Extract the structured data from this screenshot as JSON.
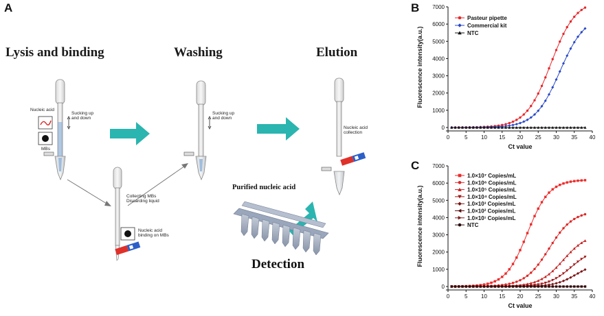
{
  "panels": {
    "a": "A",
    "b": "B",
    "c": "C"
  },
  "steps": {
    "lysis": "Lysis and binding",
    "washing": "Washing",
    "elution": "Elution",
    "detection": "Detection",
    "purified": "Purified nucleic acid"
  },
  "labels": {
    "nucleic_acid": "Nucleic acid",
    "sucking_1": "Sucking up\nand down",
    "sucking_2": "Sucking up\nand down",
    "mbs": "MBs",
    "collecting": "Collecting MBs\nDiscarding liquid",
    "binding": "Nucleic acid\nbinding on MBs",
    "collection": "Nucleic acid\ncollection"
  },
  "colors": {
    "arrow": "#2ab5b0",
    "magnet_red": "#e0302a",
    "magnet_blue": "#2d5fc8"
  },
  "chart_data": [
    {
      "type": "line",
      "panel": "B",
      "xlabel": "Ct value",
      "ylabel": "Fluorescence intensity(a.u.)",
      "xlim": [
        0,
        40
      ],
      "ylim": [
        0,
        7000
      ],
      "xticks": [
        0,
        5,
        10,
        15,
        20,
        25,
        30,
        35,
        40
      ],
      "yticks": [
        0,
        1000,
        2000,
        3000,
        4000,
        5000,
        6000,
        7000
      ],
      "legend_position": "top-left",
      "series": [
        {
          "name": "Pasteur pipette",
          "color": "#e8262a",
          "marker": "circle",
          "ct": 28.5,
          "max": 7400,
          "k": 0.29
        },
        {
          "name": "Commercial kit",
          "color": "#2747c9",
          "marker": "diamond",
          "ct": 31.0,
          "max": 6500,
          "k": 0.29
        },
        {
          "name": "NTC",
          "color": "#111111",
          "marker": "triangle",
          "ct": 999,
          "max": 0,
          "k": 0.3
        }
      ],
      "x_start": 1,
      "x_end": 38
    },
    {
      "type": "line",
      "panel": "C",
      "xlabel": "Ct value",
      "ylabel": "Fluorescence intensity(a.u.)",
      "xlim": [
        0,
        40
      ],
      "ylim": [
        0,
        7000
      ],
      "xticks": [
        0,
        5,
        10,
        15,
        20,
        25,
        30,
        35,
        40
      ],
      "yticks": [
        0,
        1000,
        2000,
        3000,
        4000,
        5000,
        6000,
        7000
      ],
      "legend_position": "top-left",
      "series": [
        {
          "name": "1.0×10⁷ Copies/mL",
          "color": "#ee2a2a",
          "marker": "square",
          "ct": 22.0,
          "max": 6200,
          "k": 0.33
        },
        {
          "name": "1.0×10⁶ Copies/mL",
          "color": "#e02525",
          "marker": "circle",
          "ct": 28.0,
          "max": 4400,
          "k": 0.3
        },
        {
          "name": "1.0×10⁵ Copies/mL",
          "color": "#c41f1f",
          "marker": "triangle",
          "ct": 32.0,
          "max": 3100,
          "k": 0.3
        },
        {
          "name": "1.0×10⁴ Copies/mL",
          "color": "#a01818",
          "marker": "triangle-down",
          "ct": 34.0,
          "max": 2200,
          "k": 0.32
        },
        {
          "name": "1.0×10³ Copies/mL",
          "color": "#7a1212",
          "marker": "diamond",
          "ct": 35.5,
          "max": 1400,
          "k": 0.34
        },
        {
          "name": "1.0×10² Copies/mL",
          "color": "#5a0e0e",
          "marker": "triangle-left",
          "ct": 99,
          "max": 0,
          "k": 0.3
        },
        {
          "name": "1.0×10¹ Copies/mL",
          "color": "#7a1a1a",
          "marker": "triangle-right",
          "ct": 99,
          "max": 0,
          "k": 0.3
        },
        {
          "name": "NTC",
          "color": "#2a0a0a",
          "marker": "circle",
          "ct": 999,
          "max": 0,
          "k": 0.3
        }
      ],
      "x_start": 1,
      "x_end": 38
    }
  ]
}
